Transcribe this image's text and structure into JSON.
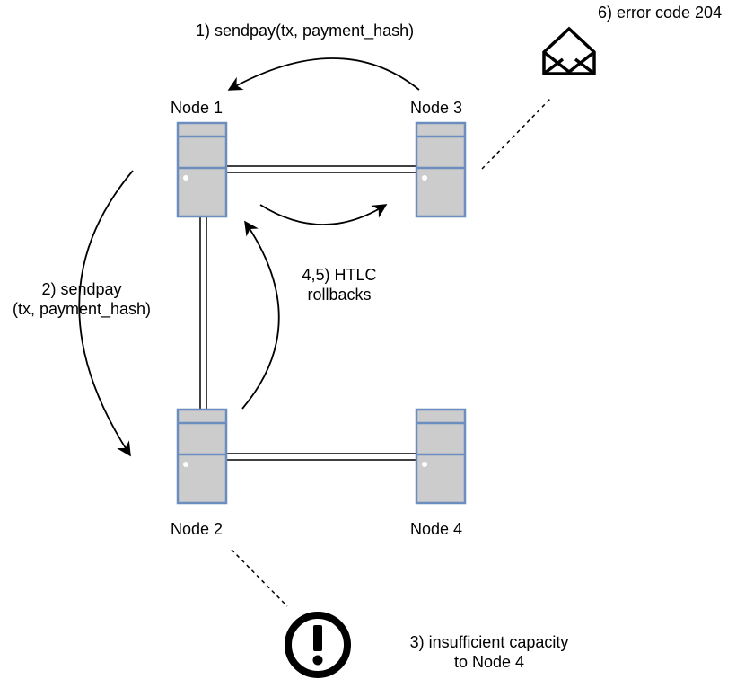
{
  "nodes": {
    "node1": "Node 1",
    "node2": "Node 2",
    "node3": "Node 3",
    "node4": "Node 4"
  },
  "steps": {
    "step1": "1) sendpay(tx, payment_hash)",
    "step2_line1": "2) sendpay",
    "step2_line2": "(tx, payment_hash)",
    "step3_line1": "3) insufficient capacity",
    "step3_line2": "to Node 4",
    "step45_line1": "4,5) HTLC",
    "step45_line2": "rollbacks",
    "step6": "6) error code 204"
  },
  "colors": {
    "server_fill": "#cccccc",
    "server_stroke": "#6c8ebf"
  }
}
